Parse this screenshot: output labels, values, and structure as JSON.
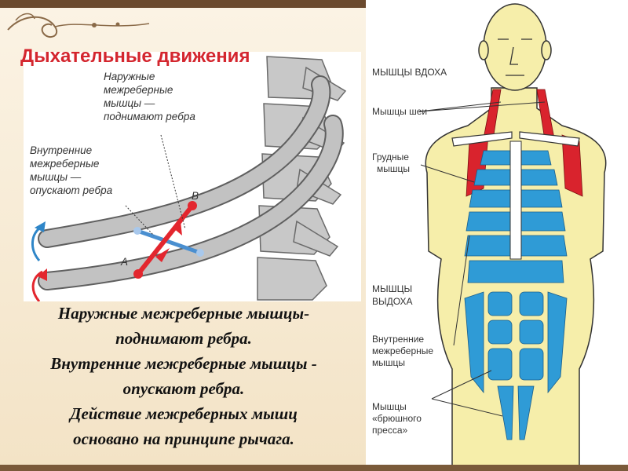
{
  "title": "Дыхательные движения",
  "caption_lines": [
    "Наружные межреберные мышцы-",
    "поднимают ребра.",
    "Внутренние межреберные мышцы -",
    "опускают ребра.",
    "Действие межреберных мышц",
    "основано на принципе рычага."
  ],
  "diagram": {
    "outer_label": [
      "Наружные",
      "межреберные",
      "мышцы —",
      "поднимают ребра"
    ],
    "inner_label": [
      "Внутренние",
      "межреберные",
      "мышцы —",
      "опускают ребра"
    ],
    "point_a": "A",
    "point_b": "B"
  },
  "body_figure": {
    "inhale_heading": "МЫШЦЫ ВДОХА",
    "neck_label": "Мышцы шеи",
    "chest_label": [
      "Грудные",
      "мышцы"
    ],
    "exhale_heading": [
      "МЫШЦЫ",
      "ВЫДОХА"
    ],
    "internal_label": [
      "Внутренние",
      "межреберные",
      "мышцы"
    ],
    "abdominal_label": [
      "Мышцы",
      "«брюшного",
      "пресса»"
    ]
  },
  "colors": {
    "title": "#d4262e",
    "muscle_red": "#d9232d",
    "muscle_blue": "#2f9bd6",
    "skin": "#f6eeaa"
  }
}
